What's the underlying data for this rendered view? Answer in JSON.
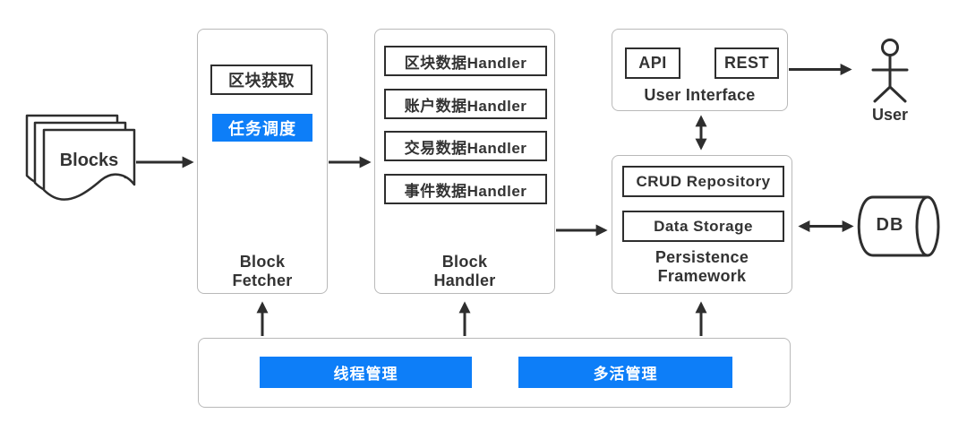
{
  "colors": {
    "accent": "#0d7ef8",
    "line": "#2e2e2e",
    "container_border": "#b9b9b9",
    "text": "#333333"
  },
  "source": {
    "label": "Blocks"
  },
  "block_fetcher": {
    "title": "Block\nFetcher",
    "fetch_box": "区块获取",
    "schedule_box": "任务调度"
  },
  "block_handler": {
    "title": "Block\nHandler",
    "items": [
      "区块数据Handler",
      "账户数据Handler",
      "交易数据Handler",
      "事件数据Handler"
    ]
  },
  "user_interface": {
    "title": "User Interface",
    "api_box": "API",
    "rest_box": "REST"
  },
  "actor": {
    "label": "User"
  },
  "persistence": {
    "title": "Persistence\nFramework",
    "crud_box": "CRUD Repository",
    "storage_box": "Data Storage"
  },
  "database": {
    "label": "DB"
  },
  "management": {
    "thread_box": "线程管理",
    "multi_active_box": "多活管理"
  }
}
